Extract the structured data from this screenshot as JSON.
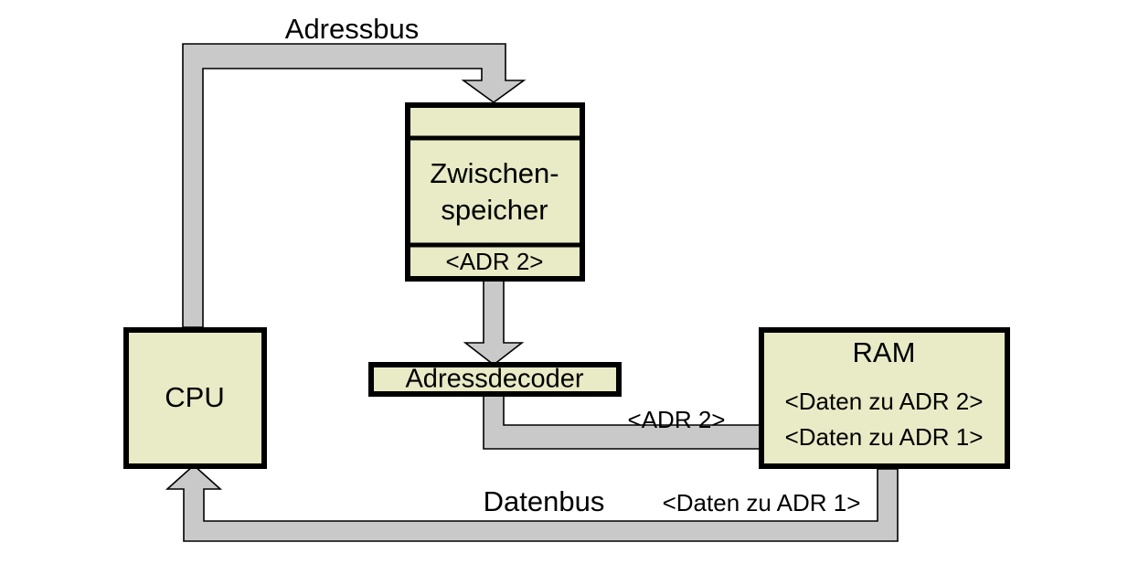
{
  "diagram": {
    "title_visible": false,
    "background_color": "#ffffff",
    "box_fill_color": "#e9eac6",
    "bus_fill_color": "#c9c9c9",
    "outline_color": "#000000",
    "nodes": {
      "cpu": {
        "label": "CPU"
      },
      "zwischenspeicher": {
        "header_label": "",
        "body_label_line1": "Zwischen-",
        "body_label_line2": "speicher",
        "footer_label": "<ADR 2>"
      },
      "adressdecoder": {
        "label": "Adressdecoder"
      },
      "ram": {
        "title": "RAM",
        "row1": "<Daten zu ADR 2>",
        "row2": "<Daten zu ADR 1>"
      }
    },
    "connections": {
      "adressbus": {
        "label": "Adressbus",
        "from": "cpu",
        "to": "zwischenspeicher"
      },
      "zwischenspeicher_to_decoder": {
        "label": "",
        "from": "zwischenspeicher",
        "to": "adressdecoder"
      },
      "decoder_to_ram": {
        "label": "<ADR 2>",
        "from": "adressdecoder",
        "to": "ram"
      },
      "datenbus": {
        "label": "Datenbus",
        "value_label": "<Daten zu ADR 1>",
        "from": "ram",
        "to": "cpu"
      }
    }
  }
}
